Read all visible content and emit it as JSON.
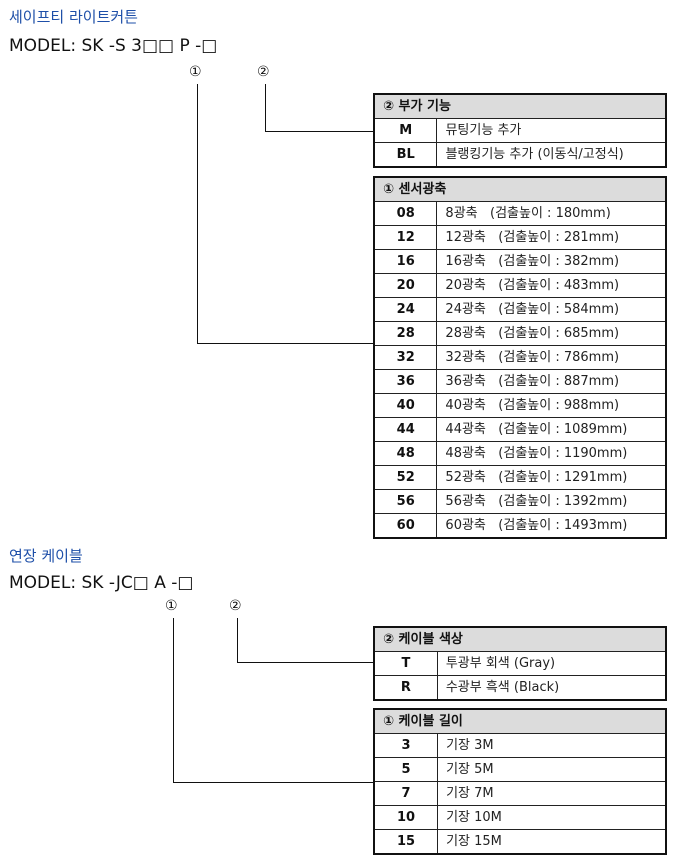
{
  "section1": {
    "title": "세이프티 라이트커튼",
    "model": "MODEL: SK -S 3□□ P -□",
    "marker1": "①",
    "marker2": "②",
    "table_option": {
      "header": "② 부가 기능",
      "rows": [
        {
          "code": "M",
          "desc": "뮤팅기능 추가"
        },
        {
          "code": "BL",
          "desc": "블랭킹기능 추가 (이동식/고정식)"
        }
      ]
    },
    "table_beams": {
      "header": "① 센서광축",
      "rows": [
        {
          "code": "08",
          "desc": "8광축   (검출높이 : 180mm)"
        },
        {
          "code": "12",
          "desc": "12광축   (검출높이 : 281mm)"
        },
        {
          "code": "16",
          "desc": "16광축   (검출높이 : 382mm)"
        },
        {
          "code": "20",
          "desc": "20광축   (검출높이 : 483mm)"
        },
        {
          "code": "24",
          "desc": "24광축   (검출높이 : 584mm)"
        },
        {
          "code": "28",
          "desc": "28광축   (검출높이 : 685mm)"
        },
        {
          "code": "32",
          "desc": "32광축   (검출높이 : 786mm)"
        },
        {
          "code": "36",
          "desc": "36광축   (검출높이 : 887mm)"
        },
        {
          "code": "40",
          "desc": "40광축   (검출높이 : 988mm)"
        },
        {
          "code": "44",
          "desc": "44광축   (검출높이 : 1089mm)"
        },
        {
          "code": "48",
          "desc": "48광축   (검출높이 : 1190mm)"
        },
        {
          "code": "52",
          "desc": "52광축   (검출높이 : 1291mm)"
        },
        {
          "code": "56",
          "desc": "56광축   (검출높이 : 1392mm)"
        },
        {
          "code": "60",
          "desc": "60광축   (검출높이 : 1493mm)"
        }
      ]
    }
  },
  "section2": {
    "title": "연장 케이블",
    "model": "MODEL: SK -JC□ A -□",
    "marker1": "①",
    "marker2": "②",
    "table_color": {
      "header": "② 케이블 색상",
      "rows": [
        {
          "code": "T",
          "desc": "투광부 회색 (Gray)"
        },
        {
          "code": "R",
          "desc": "수광부 흑색 (Black)"
        }
      ]
    },
    "table_length": {
      "header": "① 케이블 길이",
      "rows": [
        {
          "code": "3",
          "desc": "기장 3M"
        },
        {
          "code": "5",
          "desc": "기장 5M"
        },
        {
          "code": "7",
          "desc": "기장 7M"
        },
        {
          "code": "10",
          "desc": "기장 10M"
        },
        {
          "code": "15",
          "desc": "기장 15M"
        }
      ]
    }
  }
}
